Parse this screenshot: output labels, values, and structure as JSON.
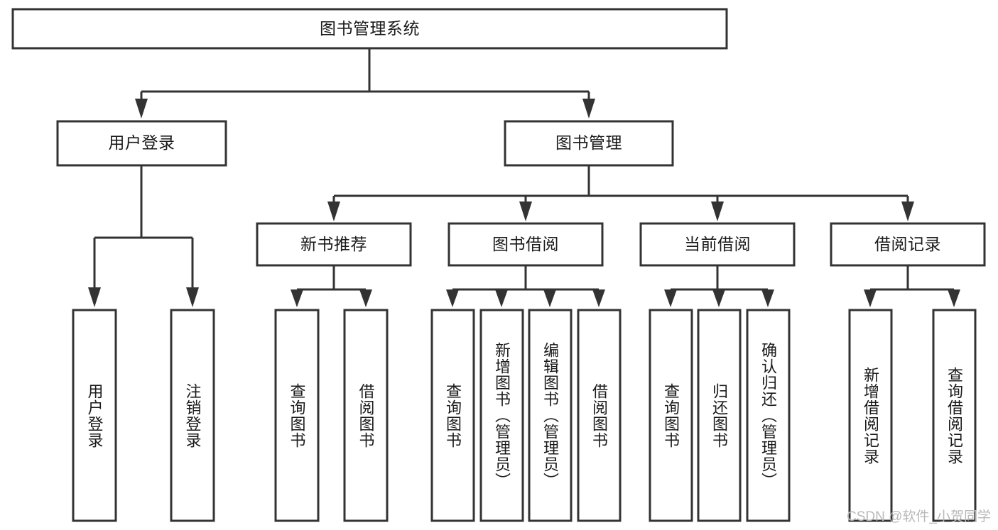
{
  "diagram": {
    "title": "图书管理系统",
    "type": "tree-hierarchy",
    "watermark": "CSDN @软件_小贺同学",
    "colors": {
      "stroke": "#333333",
      "fill": "#ffffff",
      "text": "#1a1a1a",
      "watermark": "#b9b9b9",
      "background": "#ffffff"
    },
    "levels": {
      "root": {
        "label": "图书管理系统"
      },
      "level1": [
        {
          "label": "用户登录"
        },
        {
          "label": "图书管理"
        }
      ],
      "level2": [
        {
          "label": "新书推荐",
          "parent": "图书管理"
        },
        {
          "label": "图书借阅",
          "parent": "图书管理"
        },
        {
          "label": "当前借阅",
          "parent": "图书管理"
        },
        {
          "label": "借阅记录",
          "parent": "图书管理"
        }
      ],
      "leaves": [
        {
          "label": "用户登录",
          "parent": "用户登录"
        },
        {
          "label": "注销登录",
          "parent": "用户登录"
        },
        {
          "label": "查询图书",
          "parent": "新书推荐"
        },
        {
          "label": "借阅图书",
          "parent": "新书推荐"
        },
        {
          "label": "查询图书",
          "parent": "图书借阅"
        },
        {
          "label": "新增图书（管理员）",
          "parent": "图书借阅"
        },
        {
          "label": "编辑图书（管理员）",
          "parent": "图书借阅"
        },
        {
          "label": "借阅图书",
          "parent": "图书借阅"
        },
        {
          "label": "查询图书",
          "parent": "当前借阅"
        },
        {
          "label": "归还图书",
          "parent": "当前借阅"
        },
        {
          "label": "确认归还（管理员）",
          "parent": "当前借阅"
        },
        {
          "label": "新增借阅记录",
          "parent": "借阅记录"
        },
        {
          "label": "查询借阅记录",
          "parent": "借阅记录"
        }
      ]
    }
  }
}
